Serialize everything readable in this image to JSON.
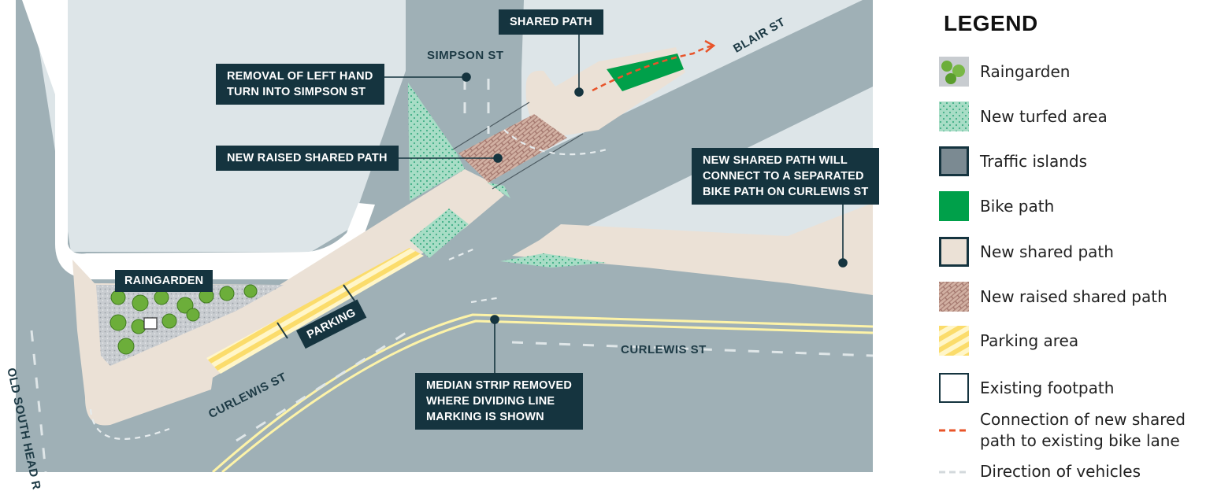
{
  "streets": {
    "simpson": "SIMPSON ST",
    "blair": "BLAIR ST",
    "curlewis_left": "CURLEWIS ST",
    "curlewis_right": "CURLEWIS ST",
    "old_south_head": "OLD SOUTH HEAD R"
  },
  "callouts": {
    "shared_path": "SHARED PATH",
    "removal_left_turn": [
      "REMOVAL OF LEFT HAND",
      "TURN INTO SIMPSON ST"
    ],
    "new_raised_shared_path": "NEW RAISED SHARED PATH",
    "separated_bike_path": [
      "NEW SHARED PATH WILL",
      "CONNECT TO A SEPARATED",
      "BIKE PATH ON CURLEWIS ST"
    ],
    "raingarden": "RAINGARDEN",
    "parking": "PARKING",
    "median_removed": [
      "MEDIAN STRIP REMOVED",
      "WHERE DIVIDING LINE",
      "MARKING IS SHOWN"
    ]
  },
  "legend": {
    "title": "LEGEND",
    "items": [
      {
        "label": "Raingarden",
        "icon": "raingarden-swatch"
      },
      {
        "label": "New turfed area",
        "icon": "turf-swatch",
        "color": "#a8ddc6"
      },
      {
        "label": "Traffic islands",
        "icon": "island-swatch",
        "color": "#7b8a92"
      },
      {
        "label": "Bike path",
        "icon": "bike-path-swatch",
        "color": "#00a04a"
      },
      {
        "label": "New shared path",
        "icon": "shared-path-swatch",
        "color": "#ebe1d6"
      },
      {
        "label": "New raised shared path",
        "icon": "raised-path-swatch",
        "color": "#c9a596"
      },
      {
        "label": "Parking area",
        "icon": "parking-swatch",
        "color": "#fbe08a"
      },
      {
        "label": "Existing footpath",
        "icon": "footpath-swatch",
        "color": "#ffffff"
      },
      {
        "label": "Connection of new shared path to existing bike lane",
        "label_lines": [
          "Connection of new shared",
          "path to existing bike lane"
        ],
        "icon": "orange-dash-line",
        "color": "#e8542a"
      },
      {
        "label": "Direction of vehicles",
        "icon": "grey-dash-line",
        "color": "#d3d9dc"
      }
    ]
  },
  "colors": {
    "road": "#9fb0b6",
    "block": "#dde5e8",
    "footpath": "#ffffff",
    "shared_path": "#ebe1d6",
    "turf": "#a8ddc6",
    "bike_path": "#00a04a",
    "callout_bg": "#15343f",
    "parking": "#fbe08a",
    "raised_path": "#c9a596"
  }
}
